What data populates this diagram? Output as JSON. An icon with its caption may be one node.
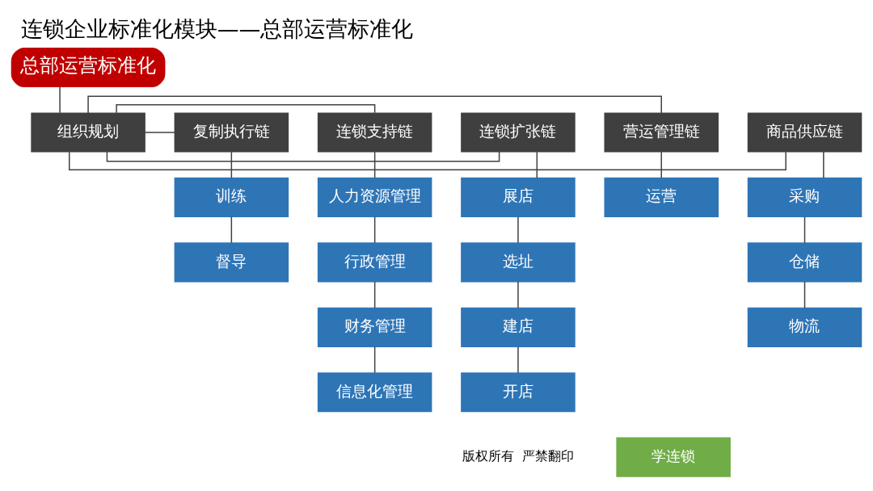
{
  "diagram": {
    "title": "连锁企业标准化模块——总部运营标准化",
    "nodes": [
      {
        "text": [
          "总部运营标准化"
        ]
      },
      {
        "text": [
          "组织规划"
        ]
      },
      {
        "text": [
          "商品供应链"
        ]
      },
      {
        "text": [
          "采购"
        ]
      },
      {
        "text": [
          "仓储"
        ]
      },
      {
        "text": [
          "物流"
        ]
      },
      {
        "text": [
          "营运管理链"
        ]
      },
      {
        "text": [
          "运营"
        ]
      },
      {
        "text": [
          "连锁扩张链"
        ]
      },
      {
        "text": [
          "展店"
        ]
      },
      {
        "text": [
          "选址"
        ]
      },
      {
        "text": [
          "建店"
        ]
      },
      {
        "text": [
          "开店"
        ]
      },
      {
        "text": [
          "连锁支持链"
        ]
      },
      {
        "text": [
          "人力资源管理"
        ]
      },
      {
        "text": [
          "行政管理"
        ]
      },
      {
        "text": [
          "财务管理"
        ]
      },
      {
        "text": [
          "信息化管理"
        ]
      },
      {
        "text": [
          "复制执行链"
        ]
      },
      {
        "text": [
          "训练"
        ]
      },
      {
        "text": [
          "督导"
        ]
      }
    ],
    "edges": [
      {
        "from": 0,
        "to": 1,
        "arrow": "none"
      },
      {
        "from": 1,
        "to": 2,
        "arrow": "none"
      },
      {
        "from": 1,
        "to": 6,
        "arrow": "none"
      },
      {
        "from": 1,
        "to": 8,
        "arrow": "none"
      },
      {
        "from": 1,
        "to": 13,
        "arrow": "none"
      },
      {
        "from": 1,
        "to": 18,
        "arrow": "none"
      },
      {
        "from": 2,
        "to": 3,
        "arrow": "none"
      },
      {
        "from": 3,
        "to": 4,
        "arrow": "none"
      },
      {
        "from": 4,
        "to": 5,
        "arrow": "none"
      },
      {
        "from": 6,
        "to": 7,
        "arrow": "none"
      },
      {
        "from": 8,
        "to": 9,
        "arrow": "none"
      },
      {
        "from": 9,
        "to": 10,
        "arrow": "none"
      },
      {
        "from": 10,
        "to": 11,
        "arrow": "none"
      },
      {
        "from": 11,
        "to": 12,
        "arrow": "none"
      },
      {
        "from": 13,
        "to": 14,
        "arrow": "none"
      },
      {
        "from": 14,
        "to": 15,
        "arrow": "none"
      },
      {
        "from": 15,
        "to": 16,
        "arrow": "none"
      },
      {
        "from": 16,
        "to": 17,
        "arrow": "none"
      },
      {
        "from": 18,
        "to": 19,
        "arrow": "none"
      },
      {
        "from": 19,
        "to": 20,
        "arrow": "none"
      }
    ],
    "labels": [
      "版权所有  严禁翻印",
      "学连锁"
    ]
  }
}
